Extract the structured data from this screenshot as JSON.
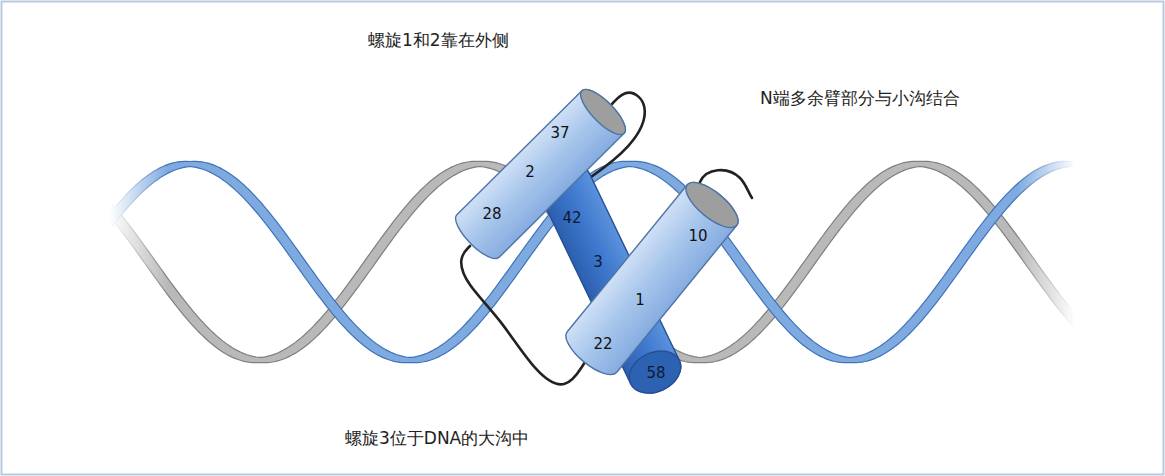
{
  "diagram": {
    "nodes": [
      {
        "text": [
          "37",
          "2",
          "28"
        ]
      },
      {
        "text": [
          "42",
          "3",
          "58"
        ]
      },
      {
        "text": [
          "10",
          "1",
          "22"
        ]
      }
    ],
    "edges": [
      {
        "from": 2,
        "to": 0,
        "arrow": "none"
      },
      {
        "from": 0,
        "to": 1,
        "arrow": "none"
      }
    ],
    "labels": [
      "螺旋1和2靠在外侧",
      "N端多余臂部分与小沟结合",
      "螺旋3位于DNA的大沟中"
    ]
  }
}
